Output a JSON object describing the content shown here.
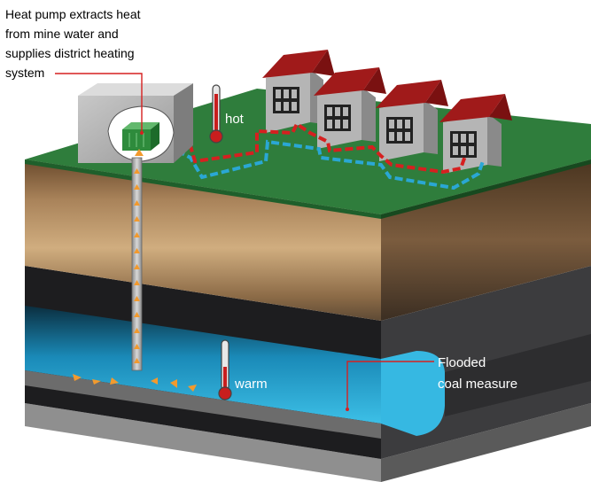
{
  "diagram": {
    "callout_heat_pump": {
      "lines": [
        "Heat pump extracts heat",
        "from mine water and",
        "supplies district heating",
        "system"
      ]
    },
    "callout_flooded": {
      "lines": [
        "Flooded",
        "coal measure"
      ]
    },
    "thermometer_hot": {
      "label": "hot"
    },
    "thermometer_warm": {
      "label": "warm"
    }
  }
}
